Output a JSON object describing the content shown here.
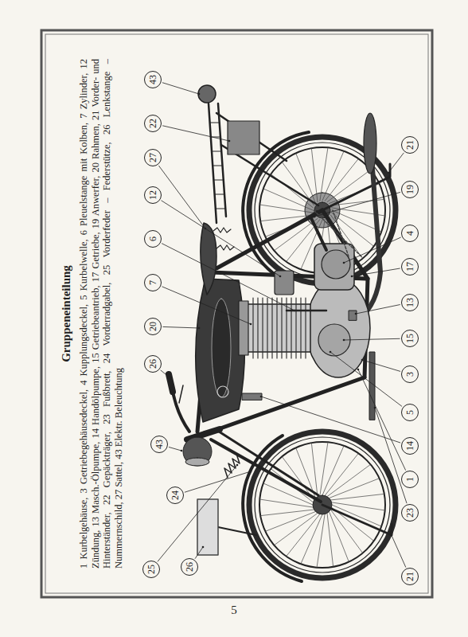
{
  "diagram": {
    "title": "Gruppeneinteilung",
    "caption": "1 Kurbelgehäuse, 3 Getriebegehäusedeckel, 4 Kupplungsdeckel, 5 Kurbelwelle, 6 Pleuelstange mit Kolben, 7 Zylinder, 12 Zündung, 13 Masch.-Ölpumpe, 14 Handölpumpe, 15 Getriebeantrieb, 17 Getriebe, 19 Anwerfer, 20 Rahmen, 21 Vorder- und Hinterständer, 22 Gepäckträger, 23 Fußbrett, 24 Vorderradgabel, 25 Vorderfeder – Federstütze, 26 Lenkstange – Nummernschild, 27 Sattel, 43 Elektr. Beleuchtung",
    "nodes": [
      {
        "text": [
          "25"
        ]
      },
      {
        "text": [
          "26"
        ]
      },
      {
        "text": [
          "24"
        ]
      },
      {
        "text": [
          "43"
        ]
      },
      {
        "text": [
          "26"
        ]
      },
      {
        "text": [
          "20"
        ]
      },
      {
        "text": [
          "7"
        ]
      },
      {
        "text": [
          "6"
        ]
      },
      {
        "text": [
          "12"
        ]
      },
      {
        "text": [
          "27"
        ]
      },
      {
        "text": [
          "22"
        ]
      },
      {
        "text": [
          "43"
        ]
      },
      {
        "text": [
          "21"
        ]
      },
      {
        "text": [
          "19"
        ]
      },
      {
        "text": [
          "4"
        ]
      },
      {
        "text": [
          "17"
        ]
      },
      {
        "text": [
          "13"
        ]
      },
      {
        "text": [
          "15"
        ]
      },
      {
        "text": [
          "3"
        ]
      },
      {
        "text": [
          "5"
        ]
      },
      {
        "text": [
          "14"
        ]
      },
      {
        "text": [
          "1"
        ]
      },
      {
        "text": [
          "23"
        ]
      },
      {
        "text": [
          "21"
        ]
      }
    ],
    "labels": [
      "5"
    ]
  }
}
